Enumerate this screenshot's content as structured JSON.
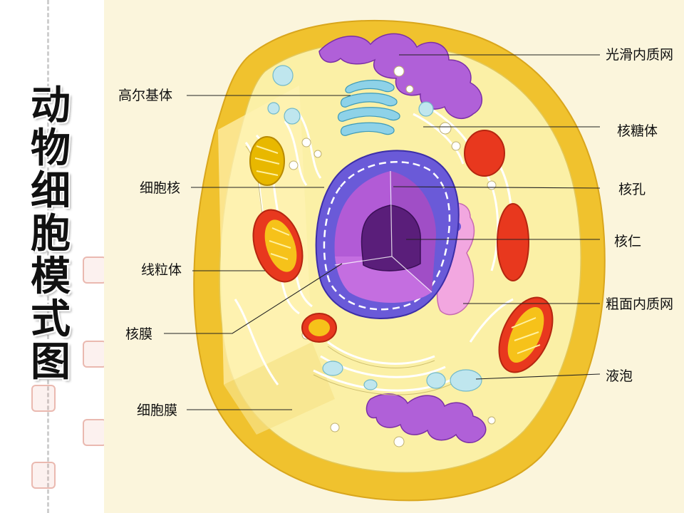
{
  "title": "动物细胞模式图",
  "labels": {
    "golgi": "高尔基体",
    "nucleus": "细胞核",
    "mitochondria": "线粒体",
    "nuclear_envelope": "核膜",
    "cell_membrane": "细胞膜",
    "smooth_er": "光滑内质网",
    "ribosome": "核糖体",
    "nuclear_pore": "核孔",
    "nucleolus": "核仁",
    "rough_er": "粗面内质网",
    "vacuole": "液泡"
  },
  "colors": {
    "membrane": "#f0c22e",
    "cytoplasm": "#fbf0a6",
    "nucleus_envelope": "#6a5ad8",
    "nucleoplasm": "#b25bd6",
    "nucleolus": "#5a1e7a",
    "mitochondria": "#e8381e",
    "smooth_er": "#b060d8",
    "golgi": "#8ed2e8",
    "vacuole": "#bfe6ee",
    "rough_er": "#f2a7e0"
  }
}
